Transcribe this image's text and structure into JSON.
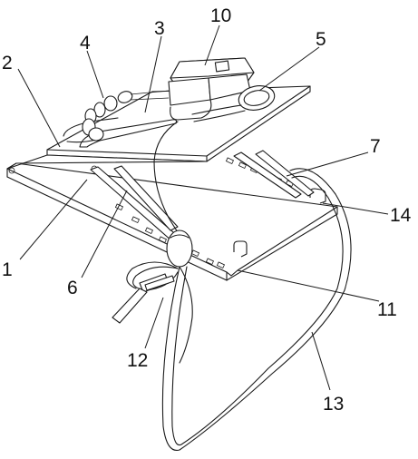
{
  "figure": {
    "background": "#ffffff",
    "line_color": "#1a1a1a",
    "callouts": [
      {
        "id": "c1",
        "label": "1"
      },
      {
        "id": "c2",
        "label": "2"
      },
      {
        "id": "c3",
        "label": "3"
      },
      {
        "id": "c4",
        "label": "4"
      },
      {
        "id": "c5",
        "label": "5"
      },
      {
        "id": "c6",
        "label": "6"
      },
      {
        "id": "c7",
        "label": "7"
      },
      {
        "id": "c10",
        "label": "10"
      },
      {
        "id": "c11",
        "label": "11"
      },
      {
        "id": "c12",
        "label": "12"
      },
      {
        "id": "c13",
        "label": "13"
      },
      {
        "id": "c14",
        "label": "14"
      }
    ]
  }
}
